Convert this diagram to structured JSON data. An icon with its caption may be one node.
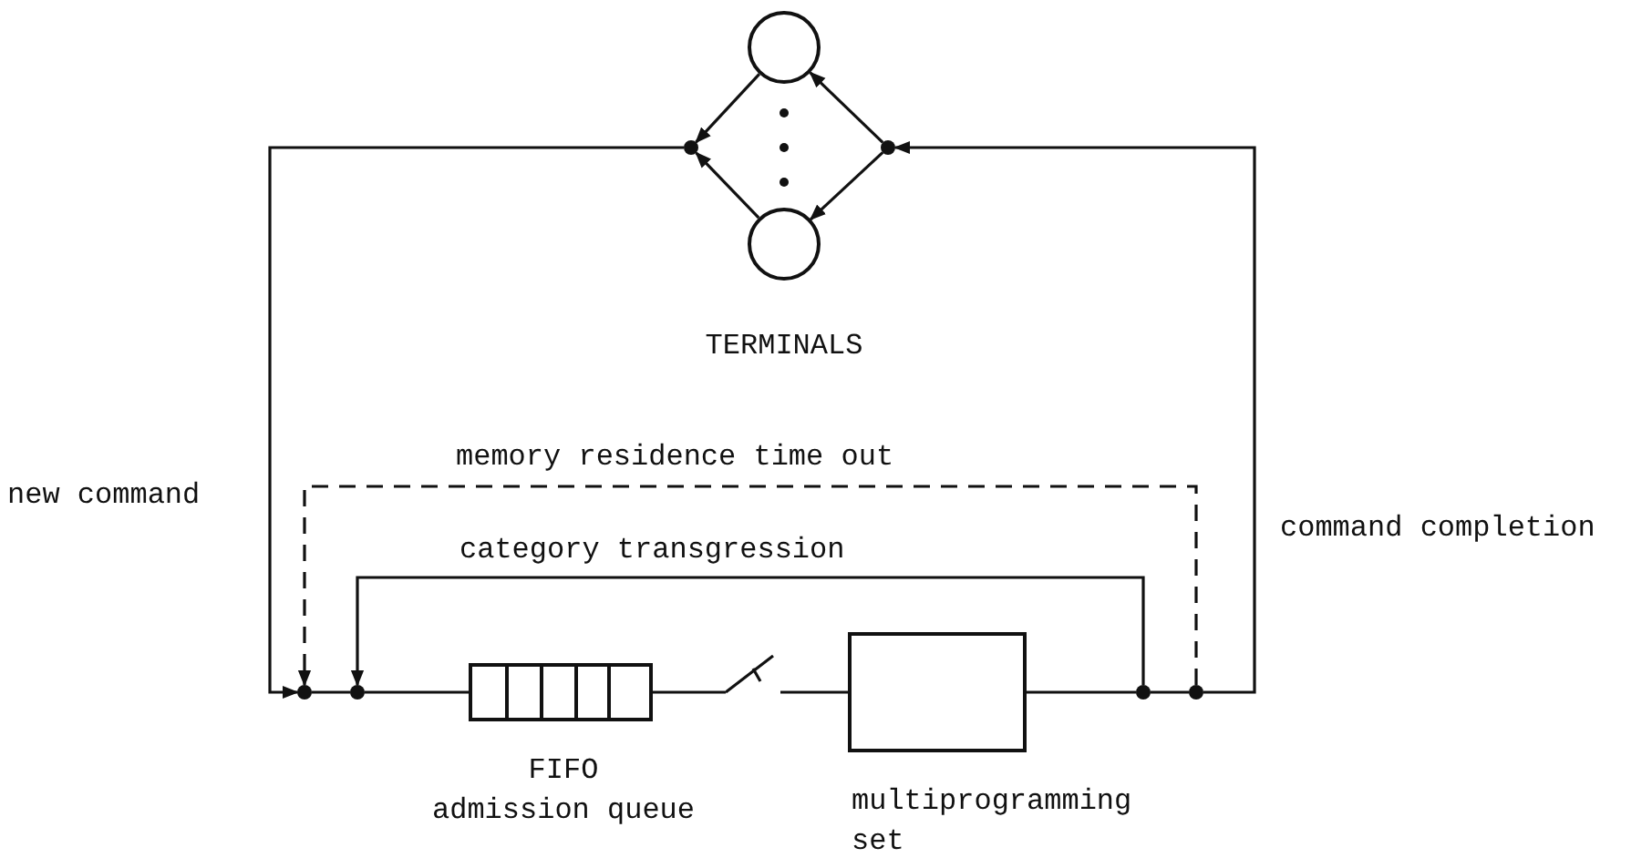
{
  "diagram": {
    "nodes": [
      {
        "text": [],
        "shape": "circle"
      },
      {
        "text": [],
        "shape": "circle"
      },
      {
        "text": [],
        "shape": "circle"
      },
      {
        "text": [],
        "shape": "circle"
      },
      {
        "text": [
          "FIFO",
          "admission queue"
        ]
      },
      {
        "text": [
          "multiprogramming set"
        ]
      },
      {
        "text": [],
        "shape": "circle"
      },
      {
        "text": [],
        "shape": "circle"
      },
      {
        "text": [],
        "shape": "circle"
      },
      {
        "text": [],
        "shape": "circle"
      },
      {
        "text": [],
        "shape": "switch"
      }
    ],
    "edges": [
      {
        "from": 0,
        "to": 2,
        "arrow": "to"
      },
      {
        "from": 1,
        "to": 2,
        "arrow": "to"
      },
      {
        "from": 3,
        "to": 0,
        "arrow": "to"
      },
      {
        "from": 3,
        "to": 1,
        "arrow": "to"
      },
      {
        "from": 2,
        "to": 6,
        "arrow": "to",
        "label": "new command"
      },
      {
        "from": 6,
        "to": 7,
        "arrow": "none"
      },
      {
        "from": 7,
        "to": 4,
        "arrow": "none"
      },
      {
        "from": 4,
        "to": 10,
        "arrow": "none"
      },
      {
        "from": 10,
        "to": 5,
        "arrow": "none"
      },
      {
        "from": 5,
        "to": 8,
        "arrow": "none"
      },
      {
        "from": 8,
        "to": 9,
        "arrow": "none"
      },
      {
        "from": 9,
        "to": 3,
        "arrow": "to",
        "label": "command completion"
      },
      {
        "from": 8,
        "to": 7,
        "arrow": "to",
        "label": "category transgression"
      },
      {
        "from": 9,
        "to": 6,
        "arrow": "to",
        "label": "memory residence time out",
        "style": "dashed"
      }
    ],
    "labels": [
      "TERMINALS"
    ]
  }
}
